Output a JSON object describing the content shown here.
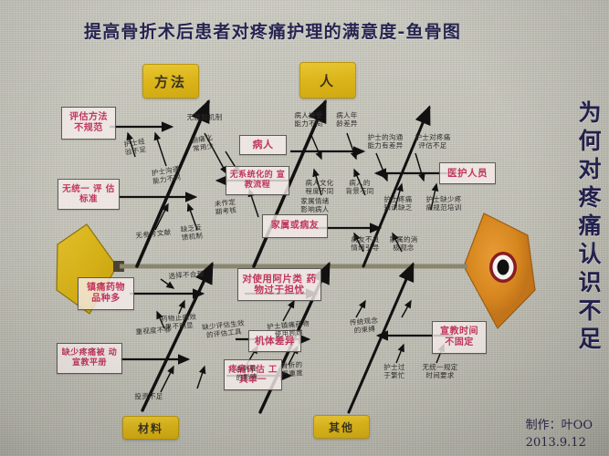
{
  "title": "提高骨折术后患者对疼痛护理的满意度-鱼骨图",
  "vertical_question": "为何对疼痛认识不足",
  "credit": {
    "author": "制作：叶ΟΟ",
    "date": "2013.9.12"
  },
  "colors": {
    "category_chip": "#ddb61c",
    "box_text": "#c0365c",
    "title_text": "#262450",
    "spine": "#8a8670",
    "fish_head": "#d98a22",
    "fish_tail": "#d9b41f",
    "background": "#c9c8be"
  },
  "categories": [
    {
      "id": "method",
      "label": "方法",
      "position": "top-left"
    },
    {
      "id": "people",
      "label": "人",
      "position": "top-right"
    },
    {
      "id": "material",
      "label": "材料",
      "position": "bottom-left"
    },
    {
      "id": "other",
      "label": "其他",
      "position": "bottom-right"
    }
  ],
  "boxes": {
    "eval_method": "评估方法\n不规范",
    "no_standard": "无统一 评\n估标准",
    "no_education": "无系统化的\n宣教流程",
    "patient": "病人",
    "family": "家属或病友",
    "medical_staff": "医护人员",
    "many_drugs": "镇痛药物\n品种多",
    "no_manual": "缺少疼痛被\n动宣教平册",
    "opioid_worry": "对使用阿片类\n药物过于担忧",
    "body_diff": "机体差异",
    "pain_tool": "疼痛评估\n工具单一",
    "edu_time": "宣教时间\n不固定"
  },
  "causes": {
    "method_branch": [
      "护士经\n验不足",
      "护士沟通\n能力不同",
      "无参考文献",
      "缺乏反\n馈机制"
    ],
    "education_branch": [
      "无激励机制",
      "测痛化\n常用少",
      "未作定\n期考核"
    ],
    "patient_branch": [
      "病人接受\n能力不同",
      "病人年\n龄差异",
      "病人文化\n程度不同",
      "病人的\n背景不同"
    ],
    "family_branch": [
      "家属情绪\n影响病人",
      "病友不良\n情绪引导",
      "家属的消\n极观念"
    ],
    "staff_branch": [
      "护士的沟通\n能力有差异",
      "护士对疼痛\n评估不足",
      "护士疼痛\n知识缺乏",
      "护士缺少疼\n痛规范培训"
    ],
    "drug_branch": [
      "选择不合理",
      "药物止痛效\n果不明显"
    ],
    "manual_branch": [
      "重视度不够",
      "缺少评估生效\n的评估工具",
      "投资不足"
    ],
    "opioid_branch": [
      "护士镇痛药物\n使用顾虑",
      "传统观念\n的束缚"
    ],
    "body_branch": [
      "合并症\n的影响",
      "骨折的\n严重度"
    ],
    "edutime_branch": [
      "护士过\n于繁忙",
      "无统一规定\n时间要求"
    ]
  }
}
